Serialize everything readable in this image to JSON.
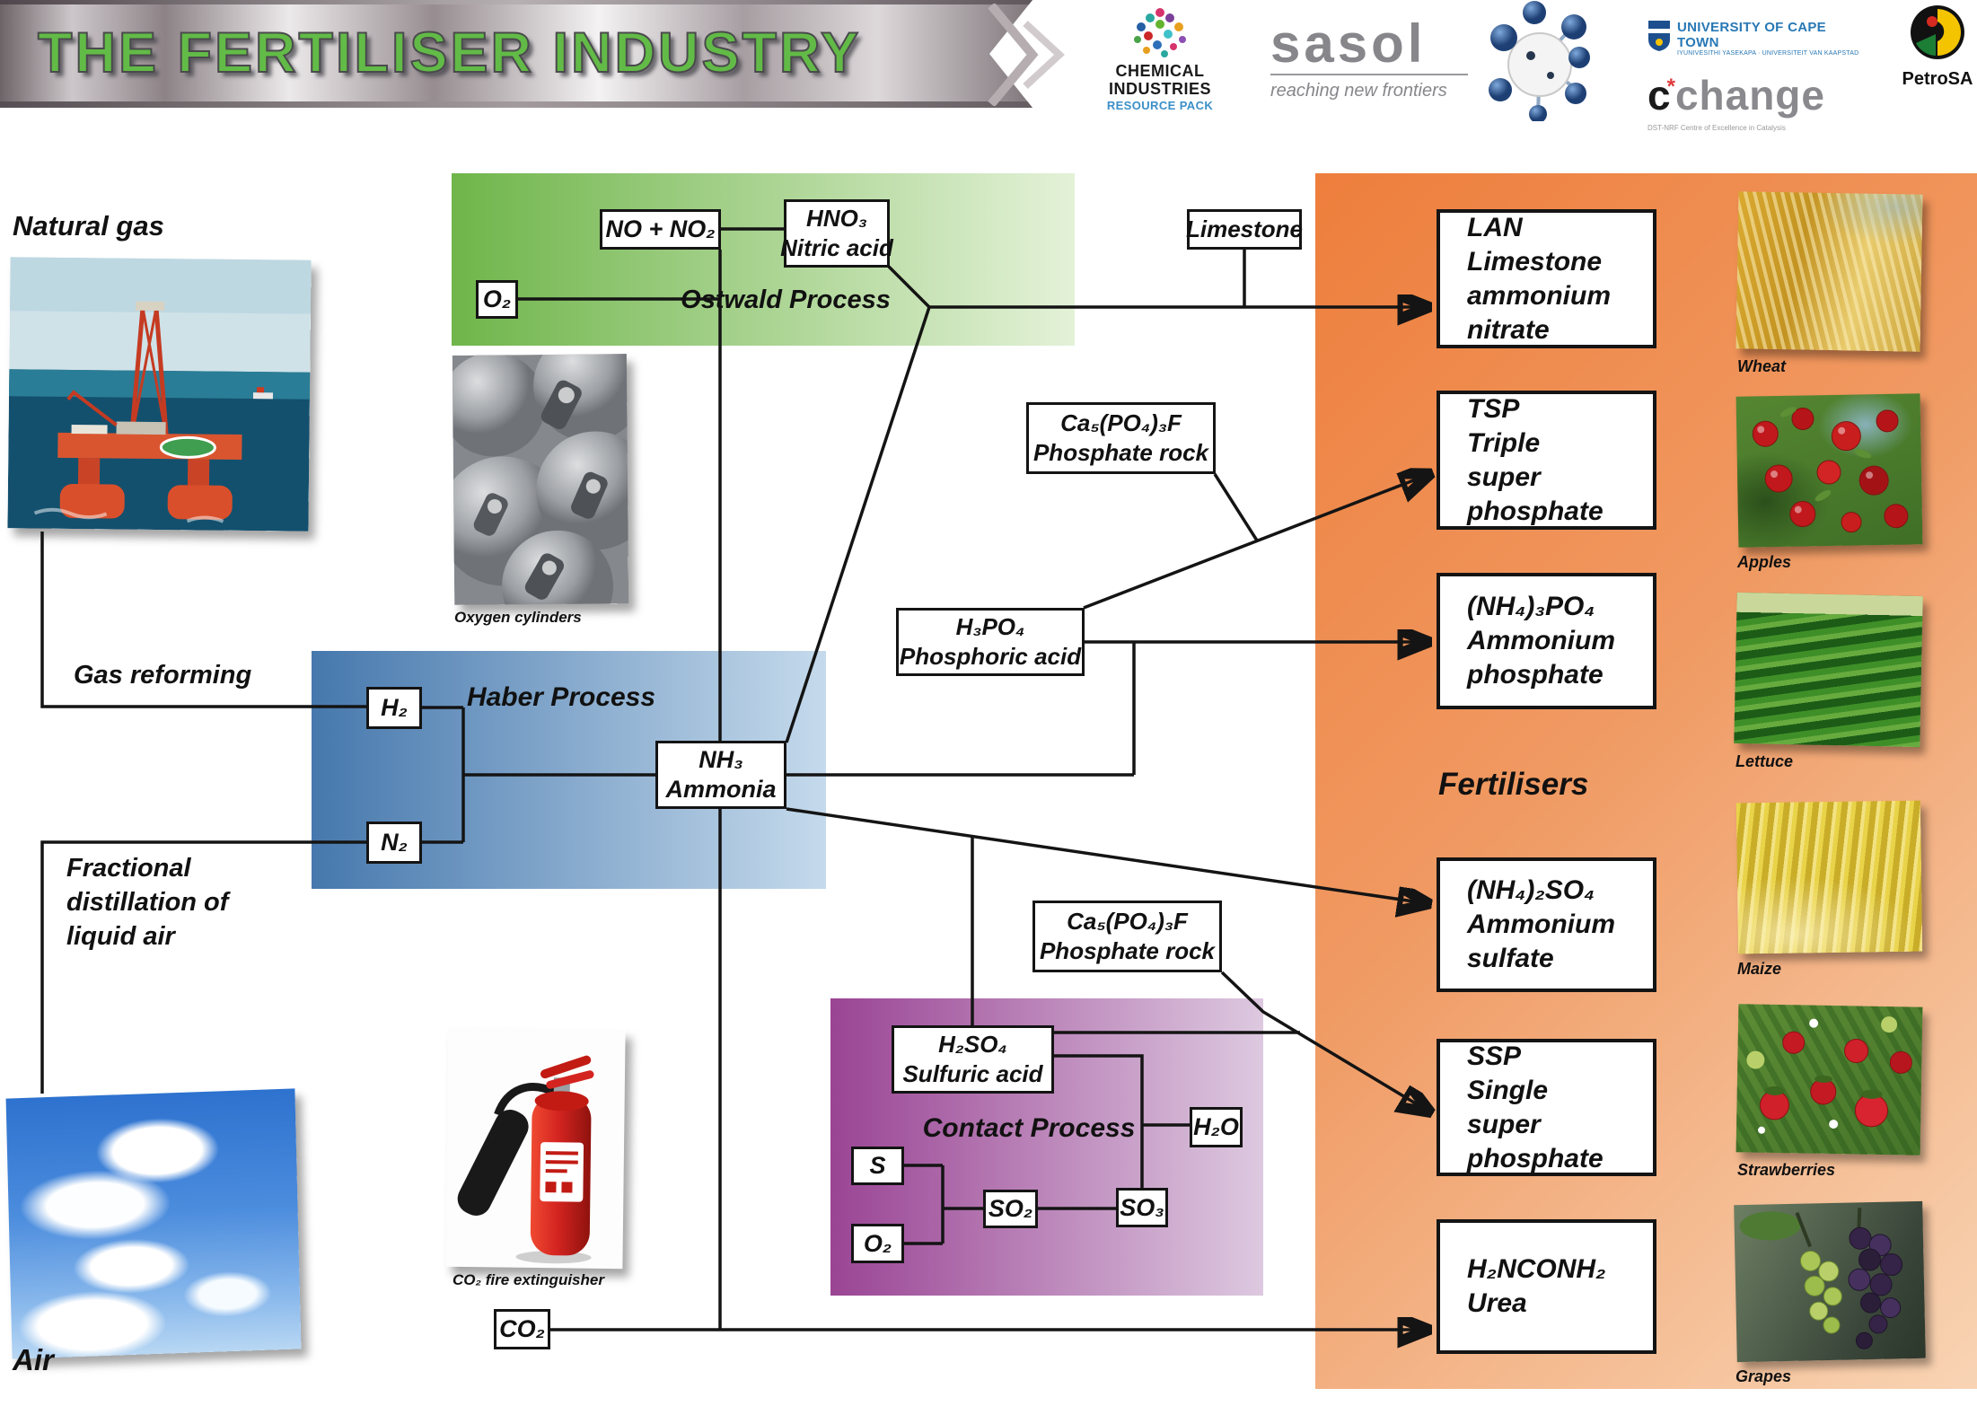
{
  "header": {
    "title": "THE FERTILISER INDUSTRY"
  },
  "logos": {
    "chemical_industries": {
      "line1": "CHEMICAL",
      "line2": "INDUSTRIES",
      "line3": "RESOURCE PACK"
    },
    "sasol": {
      "name": "sasol",
      "tagline": "reaching new frontiers"
    },
    "uct": {
      "name1": "UNIVERSITY OF CAPE TOWN",
      "sub": "IYUNIVESITHI YASEKAPA · UNIVERSITEIT VAN KAAPSTAD"
    },
    "cchange": {
      "c": "c",
      "asterisk": "*",
      "rest": "change",
      "caption": "DST-NRF Centre of Excellence in Catalysis"
    },
    "petrosa": {
      "name": "PetroSA"
    }
  },
  "processes": {
    "ostwald": "Ostwald Process",
    "haber": "Haber Process",
    "contact": "Contact Process"
  },
  "sections": {
    "fertilisers": "Fertilisers"
  },
  "labels": {
    "natural_gas": "Natural gas",
    "gas_reforming": "Gas reforming",
    "fractional": "Fractional distillation of liquid air",
    "air": "Air",
    "oxygen_cylinders": "Oxygen cylinders",
    "co2_extinguisher": "CO₂ fire extinguisher"
  },
  "nodes": {
    "o2_green": "O₂",
    "no_no2": "NO + NO₂",
    "hno3": {
      "l1": "HNO₃",
      "l2": "Nitric acid"
    },
    "limestone": "Limestone",
    "h2": "H₂",
    "n2": "N₂",
    "nh3": {
      "l1": "NH₃",
      "l2": "Ammonia"
    },
    "rock1": {
      "l1": "Ca₅(PO₄)₃F",
      "l2": "Phosphate rock"
    },
    "h3po4": {
      "l1": "H₃PO₄",
      "l2": "Phosphoric acid"
    },
    "rock2": {
      "l1": "Ca₅(PO₄)₃F",
      "l2": "Phosphate rock"
    },
    "h2so4": {
      "l1": "H₂SO₄",
      "l2": "Sulfuric acid"
    },
    "s": "S",
    "o2_purple": "O₂",
    "so2": "SO₂",
    "so3": "SO₃",
    "h2o": "H₂O",
    "co2": "CO₂"
  },
  "products": {
    "lan": {
      "lines": [
        "LAN",
        "Limestone",
        "ammonium",
        "nitrate"
      ]
    },
    "tsp": {
      "lines": [
        "TSP",
        "Triple",
        "super",
        "phosphate"
      ]
    },
    "ammonium_phosphate": {
      "lines": [
        "(NH₄)₃PO₄",
        "Ammonium",
        "phosphate"
      ]
    },
    "ammonium_sulfate": {
      "lines": [
        "(NH₄)₂SO₄",
        "Ammonium",
        "sulfate"
      ]
    },
    "ssp": {
      "lines": [
        "SSP",
        "Single",
        "super",
        "phosphate"
      ]
    },
    "urea": {
      "lines": [
        "H₂NCONH₂",
        "Urea"
      ]
    }
  },
  "crops": {
    "wheat": "Wheat",
    "apples": "Apples",
    "lettuce": "Lettuce",
    "maize": "Maize",
    "strawberries": "Strawberries",
    "grapes": "Grapes"
  },
  "colors": {
    "title_green": "#62bb47",
    "ostwald_green_dark": "#6fb54a",
    "ostwald_green_light": "#e4f2d8",
    "haber_blue_dark": "#4678ad",
    "haber_blue_light": "#c5daec",
    "contact_purple_dark": "#9a4494",
    "contact_purple_light": "#ddc9e0",
    "fertiliser_orange_dark": "#ee7e3c",
    "fertiliser_orange_light": "#f8d4b4",
    "line_black": "#141414"
  }
}
